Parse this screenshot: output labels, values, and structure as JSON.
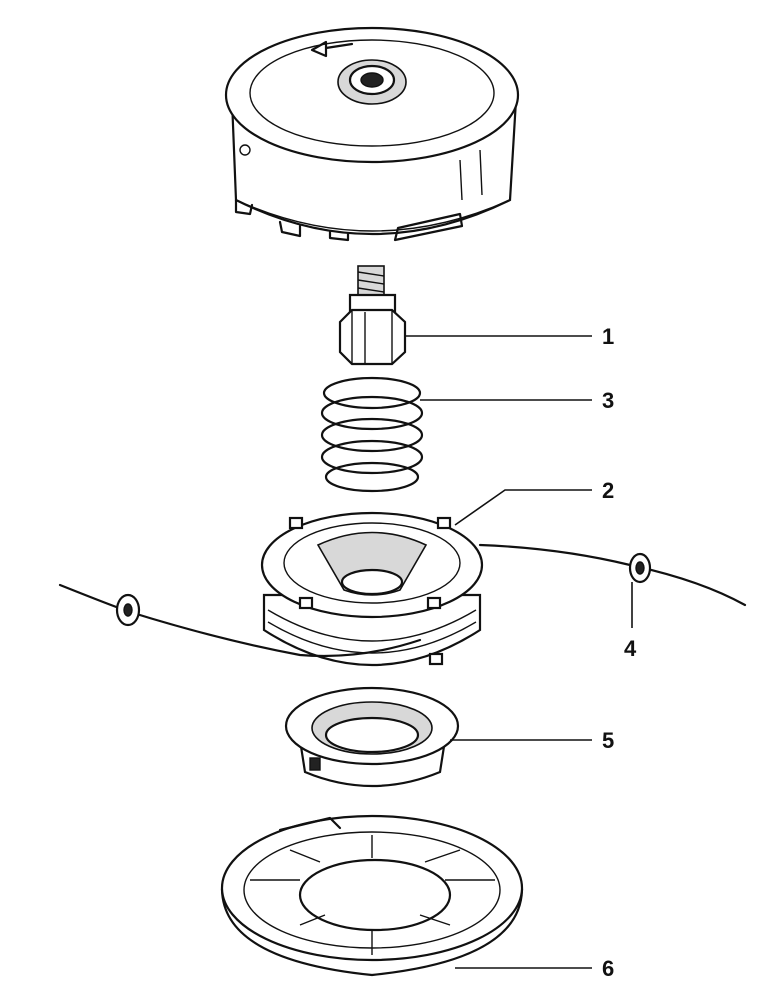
{
  "diagram": {
    "type": "exploded-parts-view",
    "callouts": [
      {
        "id": "nut-bolt",
        "label": "1"
      },
      {
        "id": "spring",
        "label": "3"
      },
      {
        "id": "spool",
        "label": "2"
      },
      {
        "id": "trimmer-line-eyelet",
        "label": "4"
      },
      {
        "id": "ratchet-ring",
        "label": "5"
      },
      {
        "id": "base-housing",
        "label": "6"
      }
    ]
  }
}
